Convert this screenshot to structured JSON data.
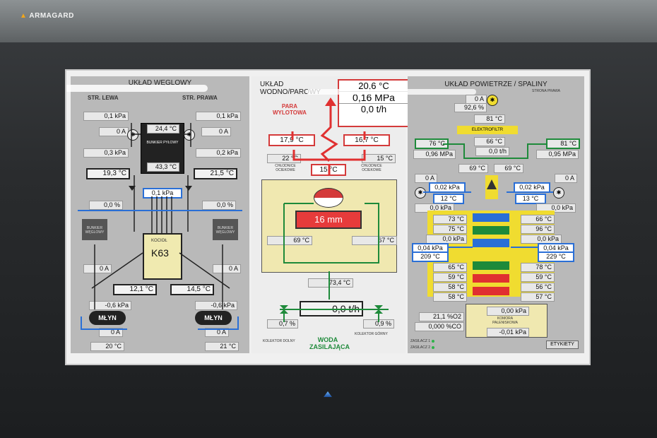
{
  "brand": "ARMAGARD",
  "panel1": {
    "title": "UKŁAD WĘGLOWY",
    "left_label": "STR. LEWA",
    "right_label": "STR. PRAWA",
    "l_p1": "0,1 kPa",
    "l_a1": "0 A",
    "l_p2": "0,3 kPa",
    "l_t1": "19,3 °C",
    "r_p1": "0,1 kPa",
    "r_a1": "0 A",
    "r_p2": "0,2 kPa",
    "r_t1": "21,5 °C",
    "bunker_top": "24,4 °C",
    "bunker_label": "BUNKIER PYŁOWY",
    "bunker_bot": "43,3 °C",
    "center_p": "0,1 kPa",
    "l_pct": "0,0 %",
    "r_pct": "0,0 %",
    "l_bunk": "BUNKIER WĘGLOWY",
    "r_bunk": "BUNKIER WĘGLOWY",
    "kociol": "KOCIOŁ",
    "k63": "K63",
    "l_a2": "0 A",
    "r_a2": "0 A",
    "l_t2": "12,1 °C",
    "r_t2": "14,5 °C",
    "l_p3": "-0,6 kPa",
    "r_p3": "-0,6 kPa",
    "mill": "MŁYN",
    "l_a3": "0 A",
    "r_a3": "0 A",
    "l_t3": "20 °C",
    "r_t3": "21 °C"
  },
  "panel2": {
    "title1": "UKŁAD",
    "title2": "WODNO/PAROWY",
    "para1": "PARA",
    "para2": "WYLOTOWA",
    "steam_t": "20,6 °C",
    "steam_p": "0,16 MPa",
    "steam_f": "0,0 t/h",
    "t_l": "17,9 °C",
    "t_r": "16,7 °C",
    "cool_l": "22 °C",
    "cool_r": "15 °C",
    "cool_c": "15 °C",
    "cool_lbl_l": "CHŁODNICE OCIEKOWE",
    "cool_lbl_r": "CHŁODNICE OCIEKOWE",
    "level": "16 mm",
    "w_l": "69 °C",
    "w_r": "67 °C",
    "feed_t": "73,4 °C",
    "feed_f": "0,0 t/h",
    "v_l": "0,7 %",
    "v_r": "0,9 %",
    "kol_l": "KOLEKTOR DOLNY",
    "kol_r": "KOLEKTOR GÓRNY",
    "woda1": "WODA",
    "woda2": "ZASILAJĄCA"
  },
  "panel3": {
    "title": "UKŁAD POWIETRZE / SPALINY",
    "side": "STRONA PRAWA",
    "a_top": "0 A",
    "pct_top": "92,6 %",
    "t81": "81 °C",
    "elektro": "ELEKTROFILTR",
    "t66": "66 °C",
    "t76": "76 °C",
    "t81r": "81 °C",
    "mpa_l": "0,96 MPa",
    "mpa_r": "0,95 MPa",
    "flow": "0,0 t/h",
    "t69l": "69 °C",
    "t69r": "69 °C",
    "a_l": "0 A",
    "a_r": "0 A",
    "kpa_l": "0,02 kPa",
    "kpa_r": "0,02 kPa",
    "t12": "12 °C",
    "t13": "13 °C",
    "p0l": "0,0 kPa",
    "p0r": "0,0 kPa",
    "l73": "73 °C",
    "l75": "75 °C",
    "l0": "0,0 kPa",
    "r66": "66 °C",
    "r96": "96 °C",
    "r0": "0,0 kPa",
    "kpa004l": "0,04 kPa",
    "t209": "209 °C",
    "kpa004r": "0,04 kPa",
    "t229": "229 °C",
    "l65": "65 °C",
    "l59": "59 °C",
    "l58a": "58 °C",
    "l58b": "58 °C",
    "r78": "78 °C",
    "r59": "59 °C",
    "r56": "56 °C",
    "r57": "57 °C",
    "o2": "21,1 %O2",
    "co": "0,000 %CO",
    "komora_p": "0,00 kPa",
    "komora": "KOMORA PALENISKOWA",
    "komora_p2": "-0,01 kPa",
    "zasil1": "ZASILACZ 1",
    "zasil2": "ZASILACZ 2",
    "etykiety": "ETYKIETY"
  },
  "colors": {
    "steam": "#e03030",
    "water": "#1e8a3a",
    "air": "#2a6fd6",
    "yellow": "#f0dc30"
  }
}
